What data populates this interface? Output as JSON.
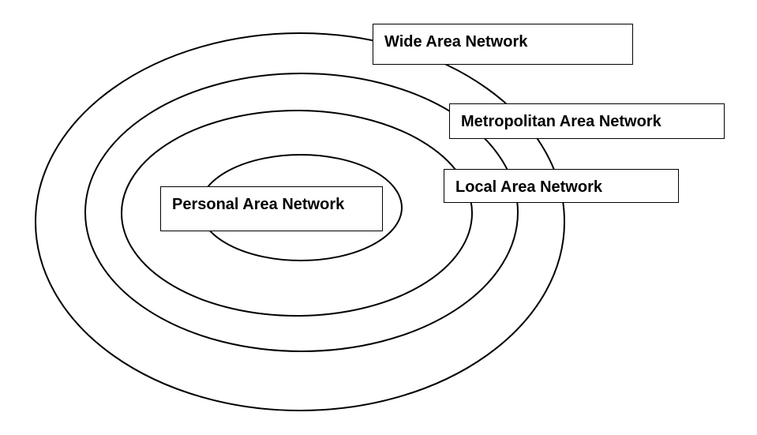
{
  "diagram": {
    "type": "nested-ellipses",
    "stroke_color": "#000000",
    "background_color": "#ffffff",
    "layers": [
      {
        "id": "wan",
        "label": "Wide Area Network"
      },
      {
        "id": "man",
        "label": "Metropolitan Area Network"
      },
      {
        "id": "lan",
        "label": "Local Area Network"
      },
      {
        "id": "pan",
        "label": "Personal Area Network"
      }
    ]
  }
}
